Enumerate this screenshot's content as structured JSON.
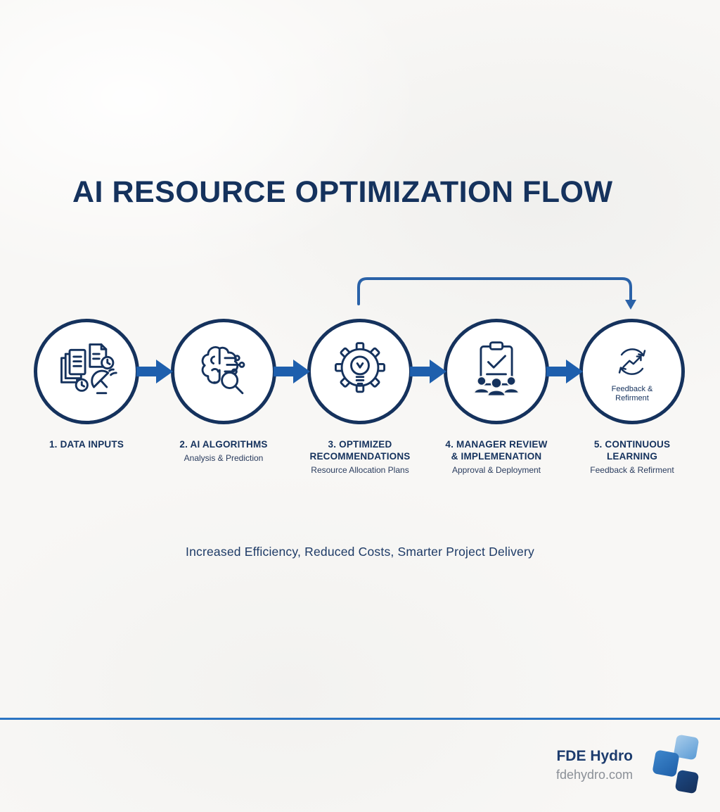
{
  "title": "AI RESOURCE OPTIMIZATION FLOW",
  "steps": [
    {
      "icon": "documents-clock-satellite-icon",
      "line1": "1. DATA INPUTS",
      "line2": "",
      "subtitle": ""
    },
    {
      "icon": "ai-brain-circuit-icon",
      "line1": "2. AI ALGORITHMS",
      "line2": "",
      "subtitle": "Analysis & Prediction"
    },
    {
      "icon": "gear-lightbulb-icon",
      "line1": "3. OPTIMIZED",
      "line2": "RECOMMENDATIONS",
      "subtitle": "Resource Allocation Plans"
    },
    {
      "icon": "clipboard-team-icon",
      "line1": "4. MANAGER REVIEW",
      "line2": "& IMPLEMENATION",
      "subtitle": "Approval & Deployment"
    },
    {
      "icon": "cycle-growth-icon",
      "line1": "5. CONTINUOUS",
      "line2": "LEARNING",
      "subtitle": "Feedback & Refirment",
      "inner_line1": "Feedback &",
      "inner_line2": "Refirment"
    }
  ],
  "tagline": "Increased Efficiency, Reduced Costs, Smarter Project Delivery",
  "footer": {
    "brand": "FDE Hydro",
    "website": "fdehydro.com"
  },
  "colors": {
    "navy": "#15325d",
    "arrow_blue": "#1e5fad",
    "feedback_arrow_blue": "#2a62a8",
    "rule_blue": "#2b74c2",
    "brand_navy": "#1d3c6e",
    "site_gray": "#8b9097",
    "background": "#f8f7f5",
    "logo_light_blue": "#7eb2e0",
    "logo_mid_blue": "#2e79c0",
    "logo_dark_blue": "#16305a"
  }
}
